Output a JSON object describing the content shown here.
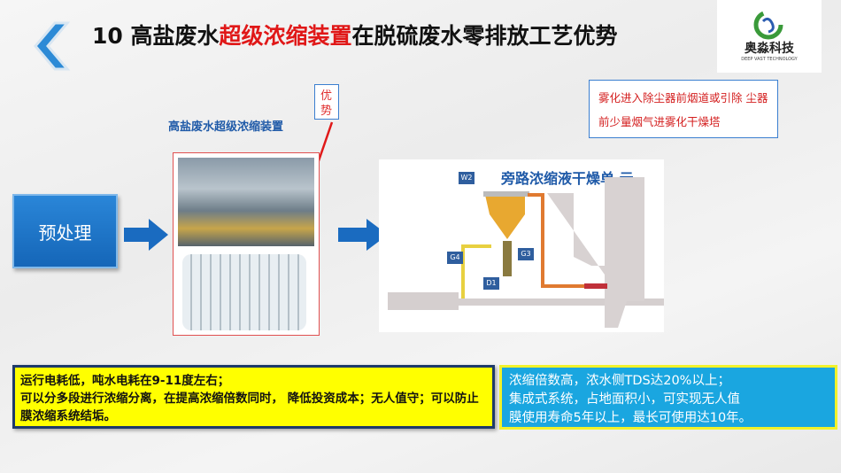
{
  "title": {
    "number": "10",
    "part1": "高盐废水",
    "part2": "超级浓缩装置",
    "part3": "在脱硫废水零排放工艺优势"
  },
  "logo": {
    "cn": "奥淼科技",
    "en": "DEEP VAST TECHNOLOGY"
  },
  "advantage_label": "优势",
  "device_label": "高盐废水超级浓缩装置",
  "pretreatment": "预处理",
  "note": "雾化进入除尘器前烟道或引除 尘器前少量烟气进雾化干燥塔",
  "diagram": {
    "title": "旁路浓缩液干燥单 元",
    "tags": [
      "W2",
      "G4",
      "G3",
      "D1"
    ]
  },
  "yellow_box": {
    "lines": [
      "运行电耗低，吨水电耗在9-11度左右；",
      "可以分多段进行浓缩分离，在提高浓缩倍数同时， 降低投资成本；无人值守；可以防止膜浓缩系统结垢。"
    ]
  },
  "cyan_box": {
    "lines": [
      "浓缩倍数高，浓水侧TDS达20%以上；",
      "集成式系统，占地面积小，可实现无人值",
      "膜使用寿命5年以上，最长可使用达10年。"
    ]
  }
}
